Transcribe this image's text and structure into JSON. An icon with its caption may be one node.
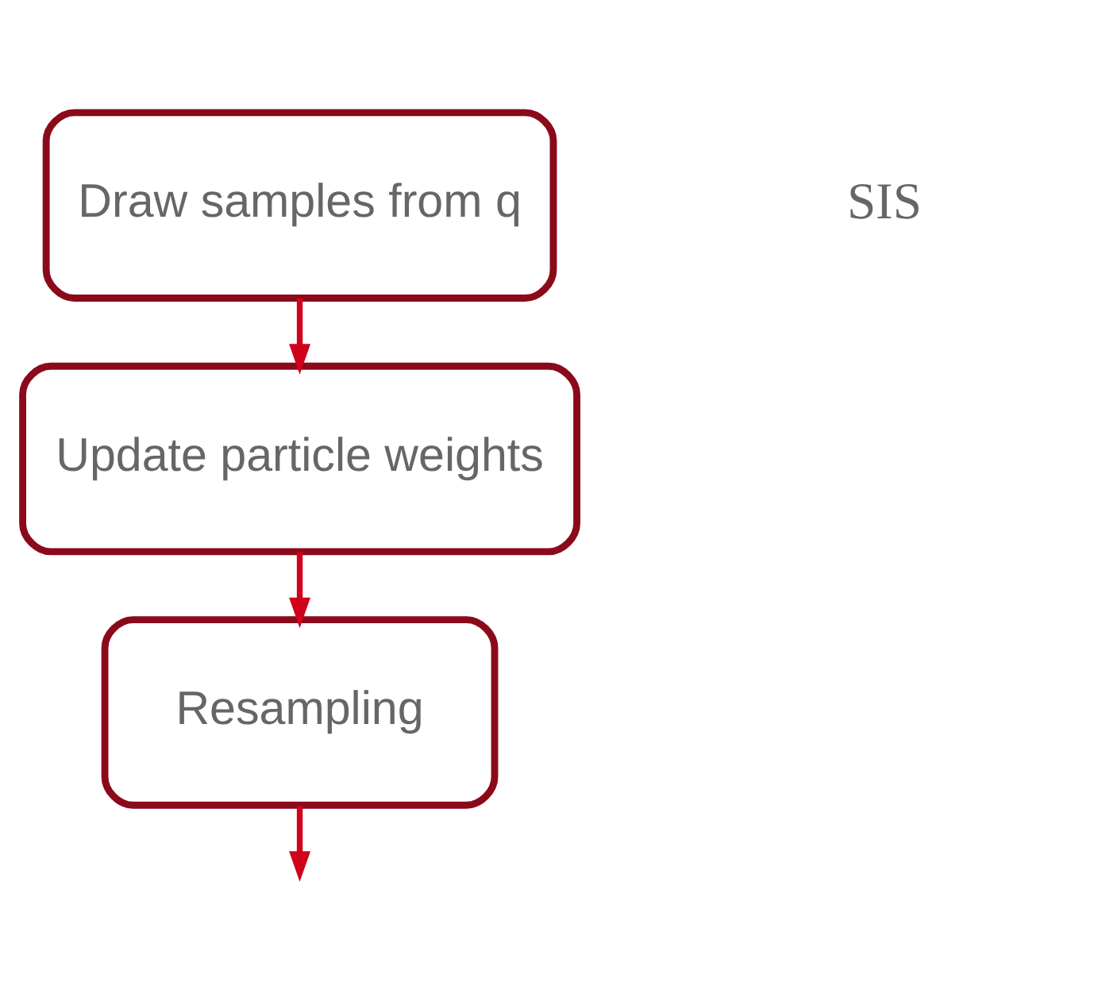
{
  "diagram": {
    "nodes": [
      {
        "text": [
          "Draw samples from q"
        ]
      },
      {
        "text": [
          "Update particle weights"
        ]
      },
      {
        "text": [
          "Resampling"
        ]
      }
    ],
    "edges": [
      {
        "from": 0,
        "to": 1,
        "arrow": "to"
      },
      {
        "from": 1,
        "to": 2,
        "arrow": "to"
      },
      {
        "from": 2,
        "to": null,
        "arrow": "to"
      }
    ],
    "labels": [
      "SIS"
    ]
  }
}
